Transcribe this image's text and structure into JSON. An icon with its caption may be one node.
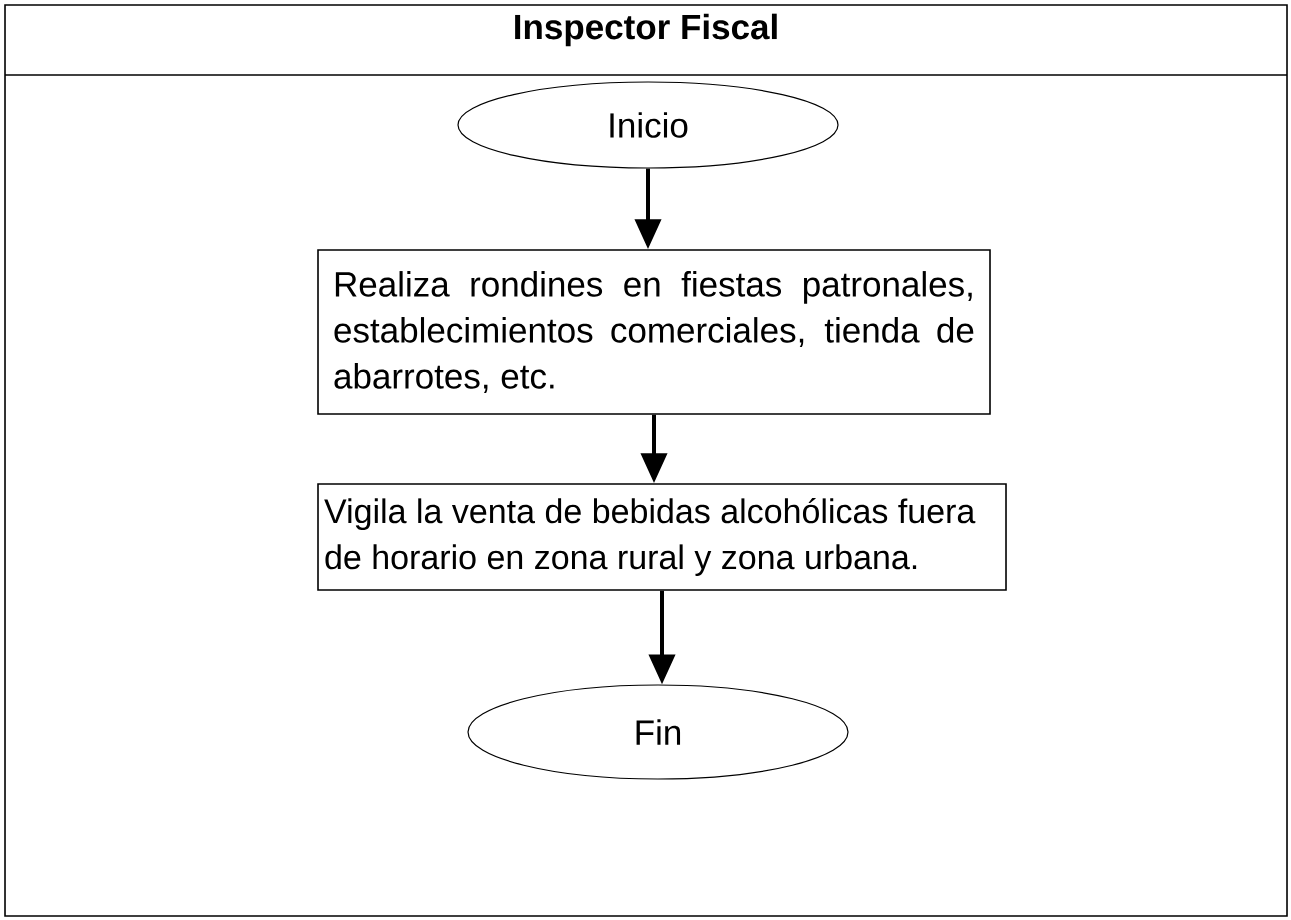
{
  "diagram": {
    "nodes": [
      {
        "text": [
          "Inspector Fiscal"
        ]
      },
      {
        "text": [
          "Inicio"
        ],
        "in": 0
      },
      {
        "text": [
          "Realiza rondines en fiestas patronales, establecimientos comerciales, tienda de abarrotes, etc."
        ],
        "in": 0
      },
      {
        "text": [
          "Vigila  la venta de bebidas alcohólicas fuera de horario en zona rural y zona urbana."
        ],
        "in": 0
      },
      {
        "text": [
          "Fin"
        ],
        "in": 0
      }
    ],
    "edges": [
      {
        "from": 1,
        "to": 2,
        "arrow": "to"
      },
      {
        "from": 2,
        "to": 3,
        "arrow": "to"
      },
      {
        "from": 3,
        "to": 4,
        "arrow": "to"
      }
    ]
  }
}
